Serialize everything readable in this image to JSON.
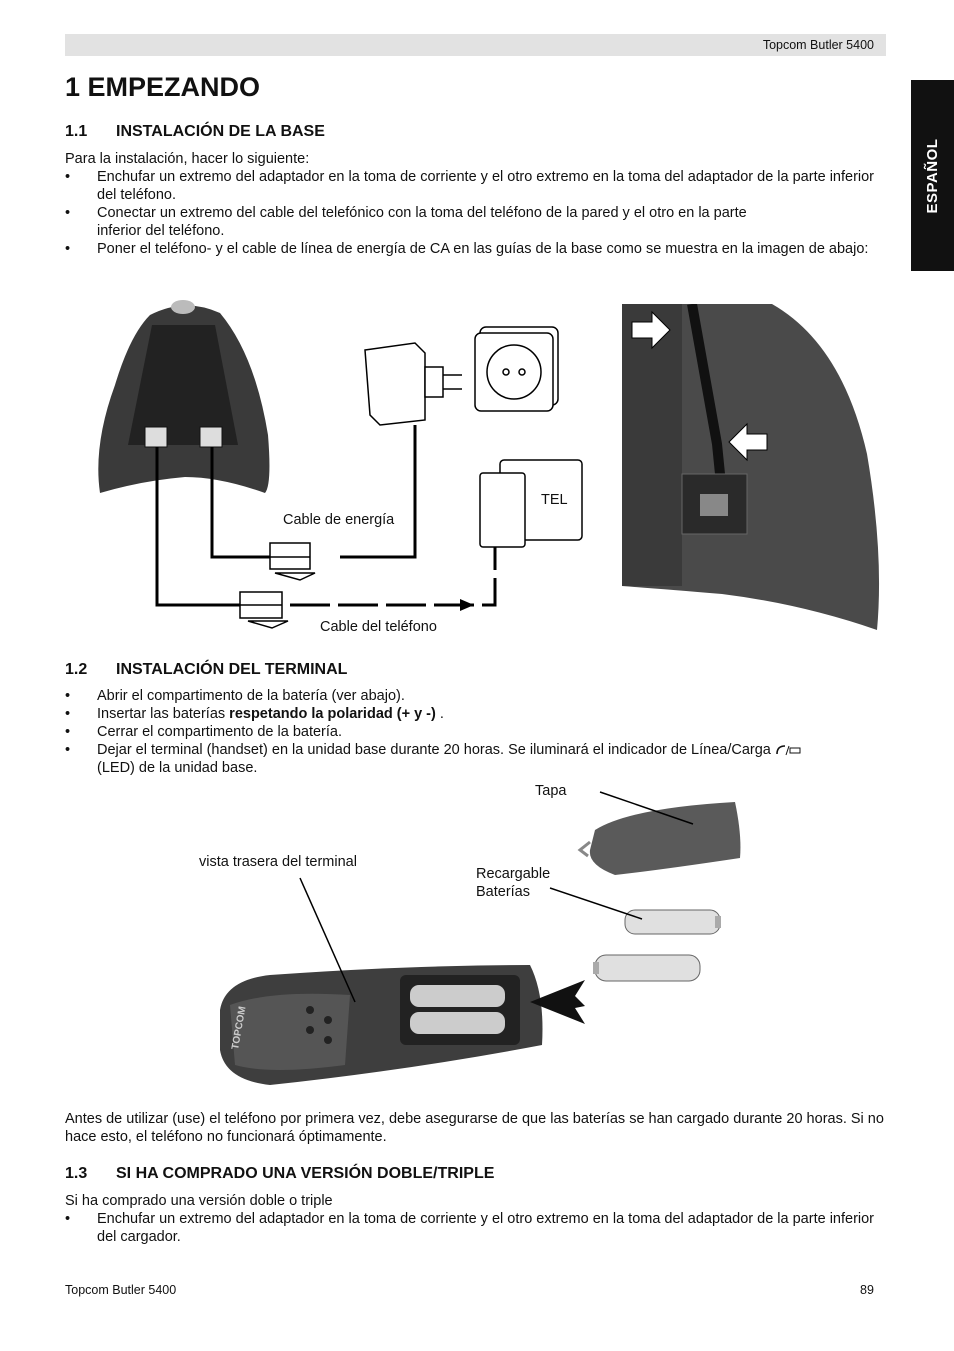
{
  "header": {
    "product": "Topcom Butler 5400"
  },
  "side_tab": "ESPAÑOL",
  "chapter": {
    "title": "1  EMPEZANDO"
  },
  "section1": {
    "number": "1.1",
    "title": "INSTALACIÓN DE LA BASE",
    "intro": "Para la instalación, hacer lo siguiente:",
    "bullets": [
      "Enchufar un extremo del adaptador en la toma de corriente y el otro extremo en la toma del adaptador de la parte inferior del teléfono.",
      "Conectar un extremo del cable del telefónico con la toma del teléfono de la pared y el otro en la parte inferior del teléfono.",
      "Poner el teléfono- y el cable de línea de energía de CA en las guías de la base como se muestra en la imagen de abajo:"
    ],
    "figure": {
      "label_power": "Cable de energía",
      "label_phone": "Cable del teléfono",
      "label_tel": "TEL"
    }
  },
  "section2": {
    "number": "1.2",
    "title": "INSTALACIÓN DEL TERMINAL",
    "bullet1": "Abrir el compartimento de la batería (ver abajo).",
    "bullet2_pre": "Insertar las baterías ",
    "bullet2_bold": "respetando la polaridad (+ y -)",
    "bullet2_post": " .",
    "bullet3": "Cerrar el compartimento de la batería.",
    "bullet4_line1": "Dejar el terminal (handset) en la unidad base durante 20 horas. Se iluminará el indicador de Línea/Carga",
    "bullet4_line2": "(LED) de la unidad base.",
    "figure": {
      "label_cover": "Tapa",
      "label_rear": "vista trasera del terminal",
      "label_rechargeable": "Recargable",
      "label_batteries": "Baterías",
      "logo": "TOPCOM"
    },
    "note": "Antes de utilizar (use) el teléfono por primera vez, debe asegurarse de que las baterías se han cargado durante 20 horas. Si no hace esto, el teléfono no funcionará óptimamente."
  },
  "section3": {
    "number": "1.3",
    "title": "SI HA COMPRADO UNA VERSIÓN DOBLE/TRIPLE",
    "intro": "Si ha comprado una versión doble o triple",
    "bullets": [
      "Enchufar un extremo del adaptador en la toma de corriente y el otro extremo en la toma del adaptador de la parte inferior del cargador."
    ]
  },
  "footer": {
    "product": "Topcom Butler 5400",
    "page": "89"
  }
}
